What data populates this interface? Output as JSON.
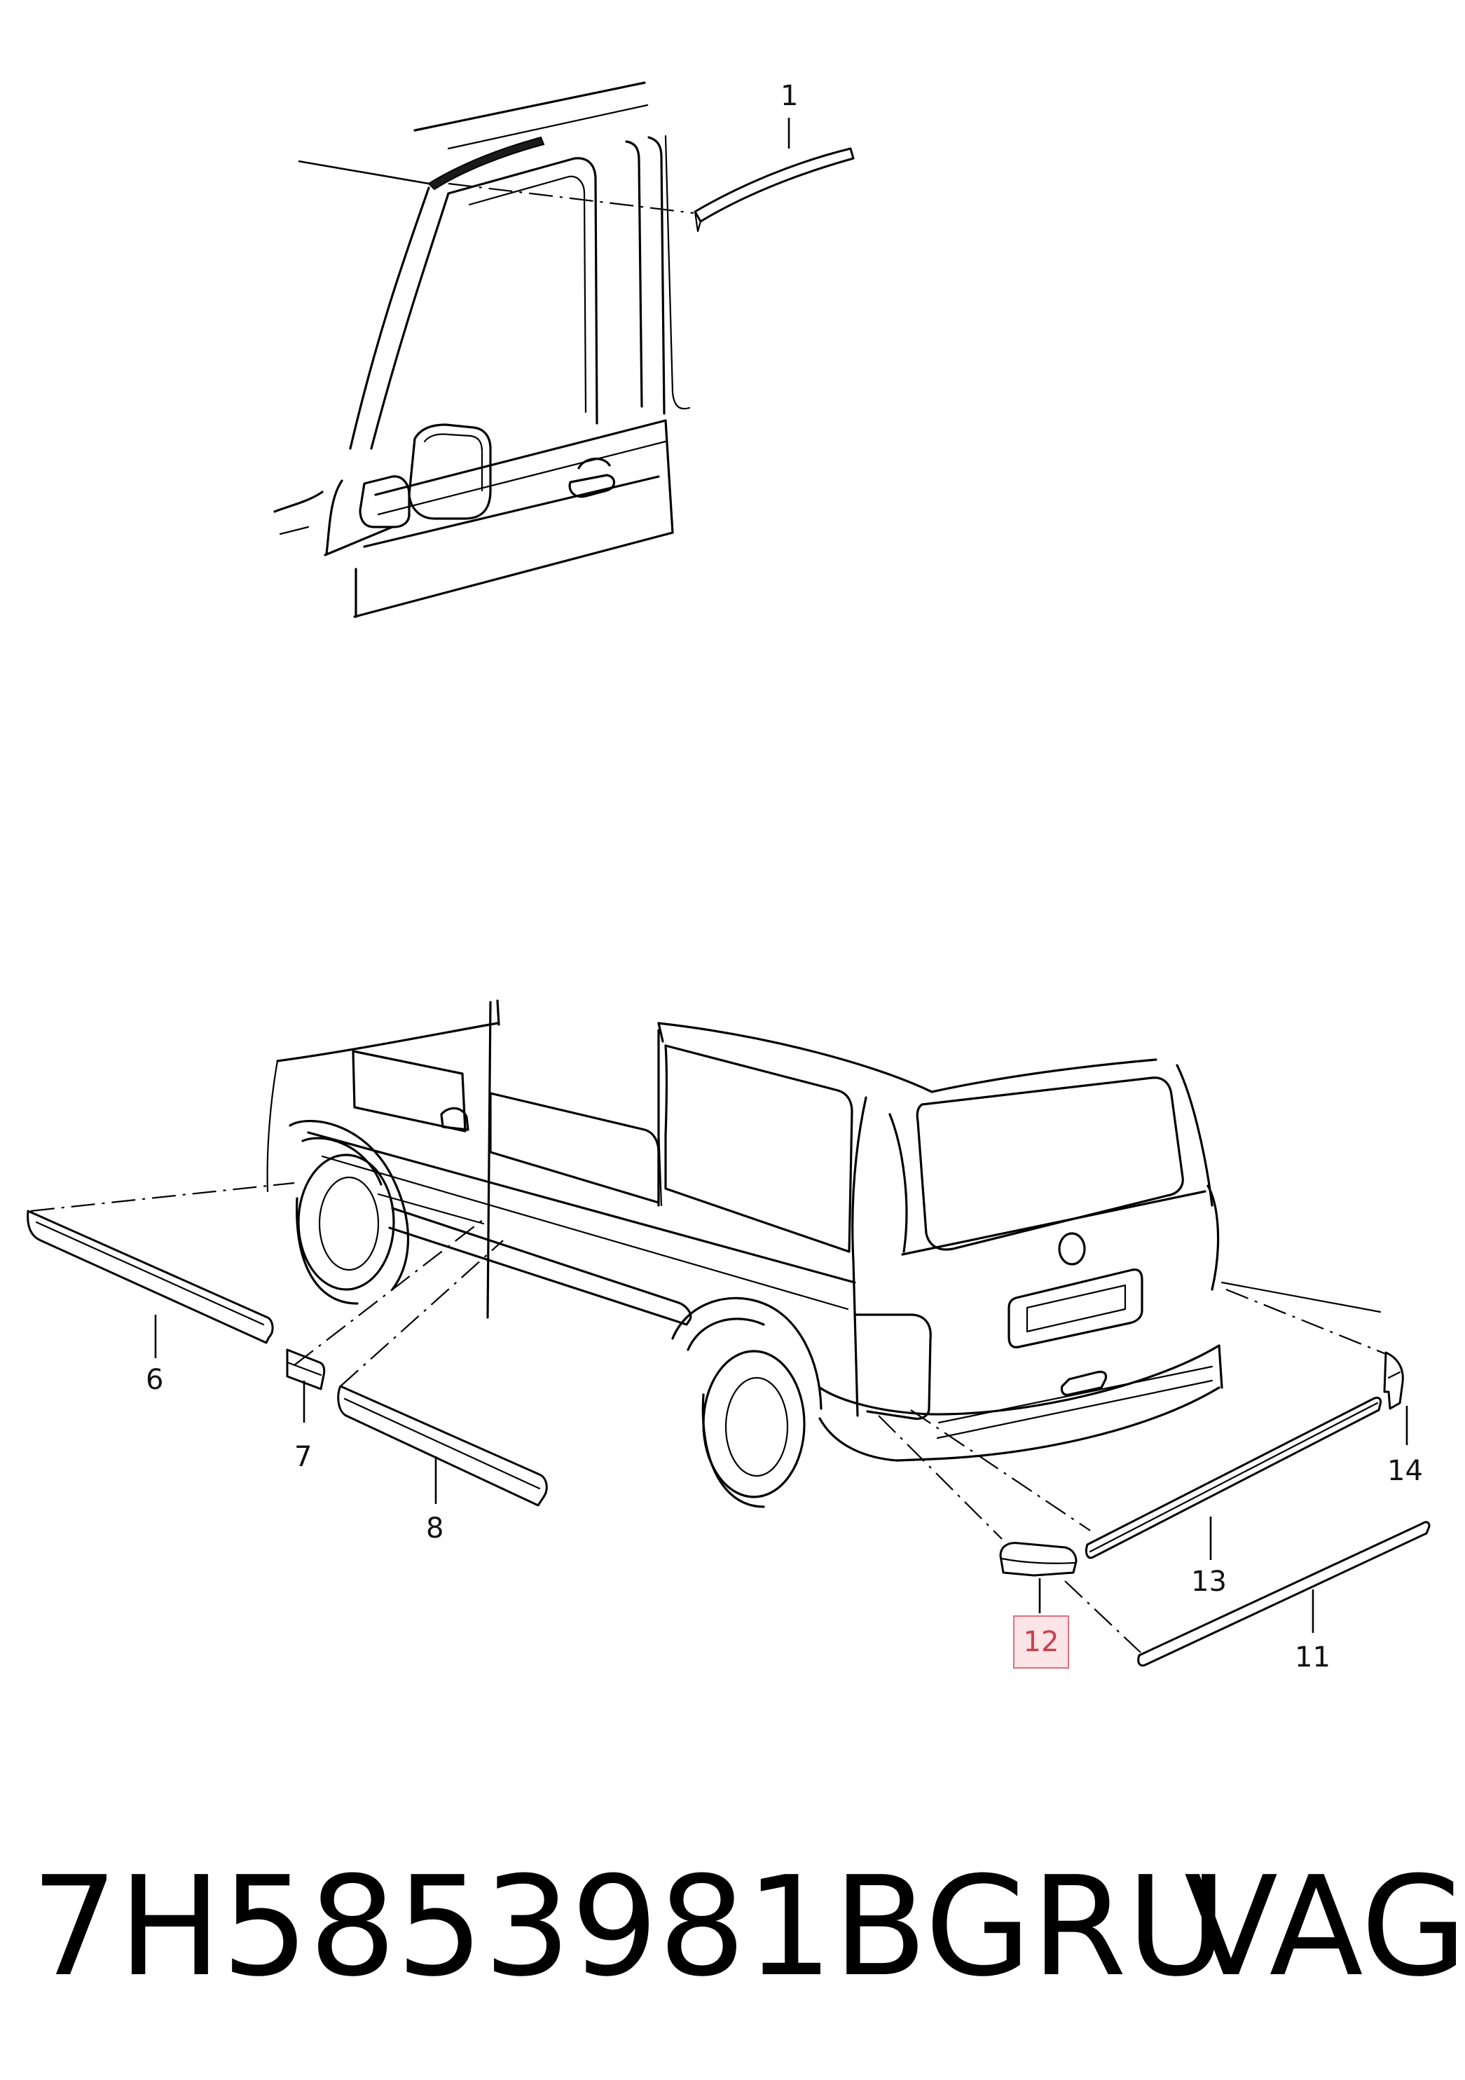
{
  "diagram": {
    "callouts": {
      "c1": "1",
      "c6": "6",
      "c7": "7",
      "c8": "8",
      "c11": "11",
      "c12": "12",
      "c13": "13",
      "c14": "14"
    },
    "highlighted_callout": "12",
    "highlight_color": "#e0707a"
  },
  "footer": {
    "part_number": "7H5853981BGRU",
    "brand": "VAG"
  }
}
